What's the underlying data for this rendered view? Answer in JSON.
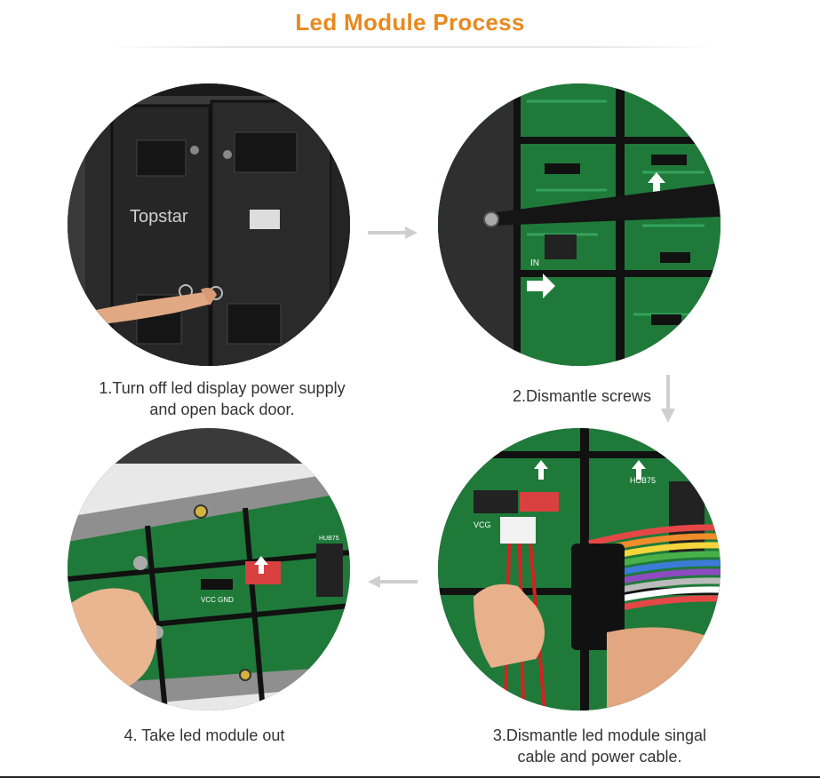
{
  "header": {
    "title": "Led Module Process"
  },
  "steps": [
    {
      "caption_line1": "1.Turn off led display power supply",
      "caption_line2": "and open back door.",
      "brand_label": "Topstar"
    },
    {
      "caption_line1": "2.Dismantle screws",
      "board_label": "IN"
    },
    {
      "caption_line1": "3.Dismantle led module singal",
      "caption_line2": "cable and power cable.",
      "board_label": "HUB75",
      "pin_label": "VCG"
    },
    {
      "caption_line1": "4. Take led module out",
      "board_label": "HUB75",
      "pin_label": "VCC  GND"
    }
  ],
  "colors": {
    "title": "#e8891f",
    "arrow": "#cfcfcf",
    "pcb": "#1f7a3a",
    "cabinet": "#2b2b2b"
  }
}
